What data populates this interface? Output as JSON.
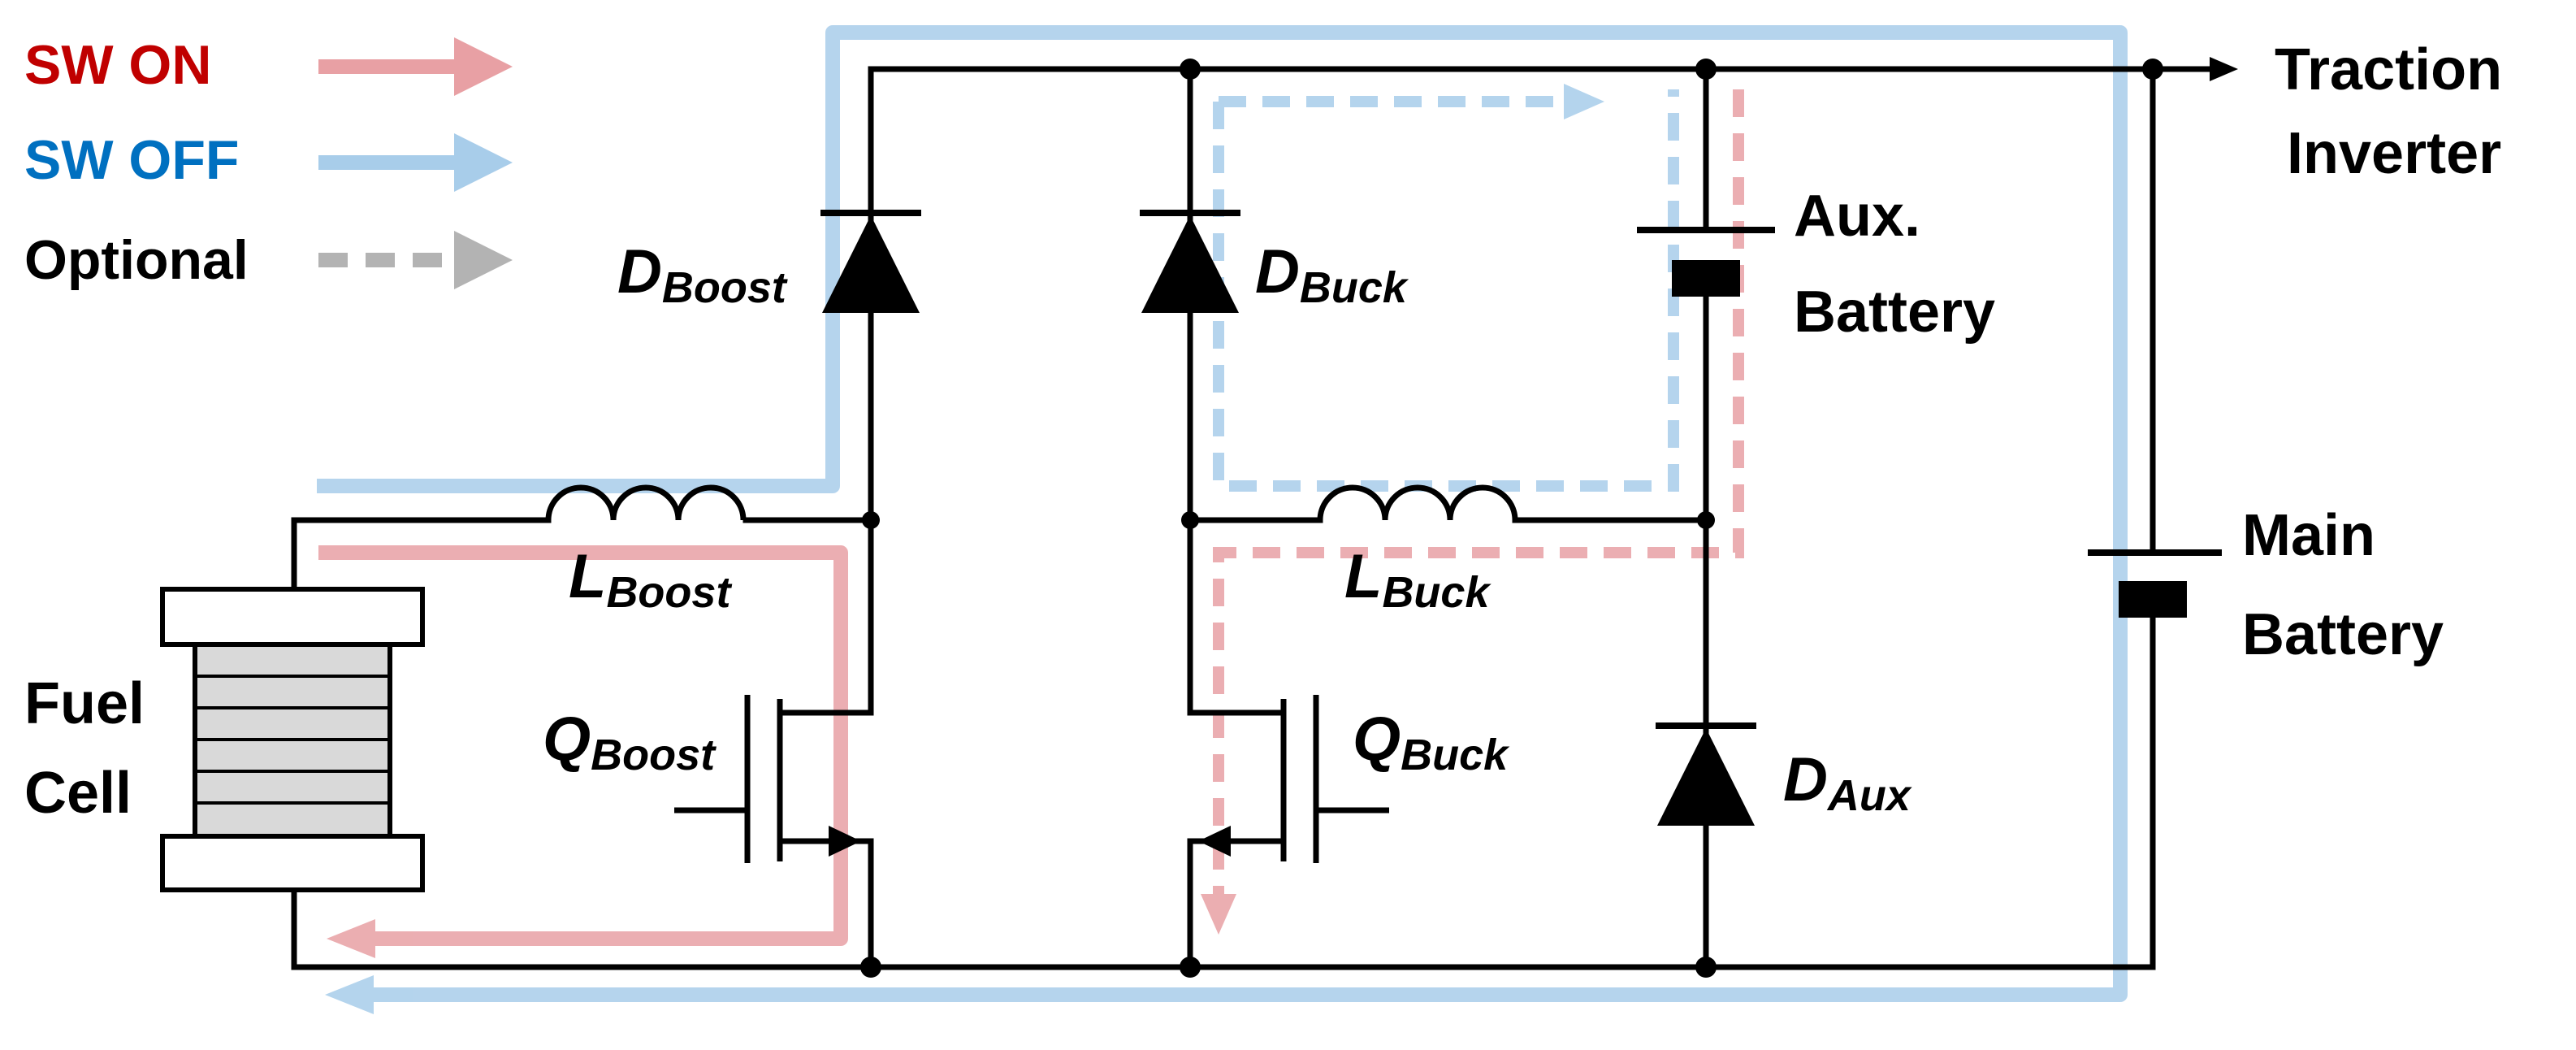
{
  "legend": {
    "sw_on": "SW ON",
    "sw_off": "SW OFF",
    "optional": "Optional"
  },
  "components": {
    "fuel_cell_line1": "Fuel",
    "fuel_cell_line2": "Cell",
    "d_boost_main": "D",
    "d_boost_sub": "Boost",
    "d_buck_main": "D",
    "d_buck_sub": "Buck",
    "l_boost_main": "L",
    "l_boost_sub": "Boost",
    "l_buck_main": "L",
    "l_buck_sub": "Buck",
    "q_boost_main": "Q",
    "q_boost_sub": "Boost",
    "q_buck_main": "Q",
    "q_buck_sub": "Buck",
    "d_aux_main": "D",
    "d_aux_sub": "Aux",
    "aux_battery_line1": "Aux.",
    "aux_battery_line2": "Battery",
    "main_battery_line1": "Main",
    "main_battery_line2": "Battery",
    "traction_line1": "Traction",
    "traction_line2": "Inverter"
  },
  "colors": {
    "sw_on": "#e8a0a4",
    "sw_off": "#a8cdea",
    "optional": "#b3b3b3",
    "sw_on_text": "#c00000",
    "sw_off_text": "#0070c0",
    "cell_fill": "#d9d9d9",
    "wire": "#000000"
  }
}
